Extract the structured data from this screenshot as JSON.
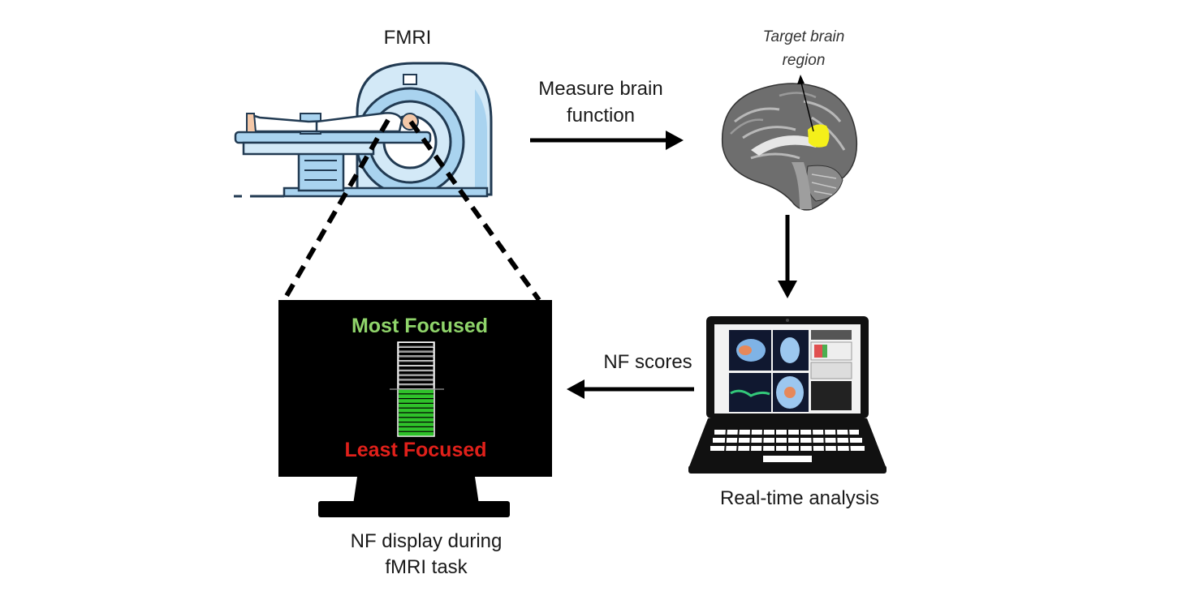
{
  "labels": {
    "fmri": "FMRI",
    "measure_line1": "Measure brain",
    "measure_line2": "function",
    "target_line1": "Target brain",
    "target_line2": "region",
    "nf_scores": "NF scores",
    "realtime": "Real-time analysis",
    "display_line1": "NF display during",
    "display_line2": "fMRI task"
  },
  "monitor": {
    "top_text": "Most Focused",
    "bottom_text": "Least Focused",
    "top_color": "#8fd46a",
    "bottom_color": "#e0201a",
    "bar_total_segments": 20,
    "bar_filled_segments": 10,
    "bar_fill_color": "#2fc22a"
  },
  "colors": {
    "scanner_light": "#d3e9f7",
    "scanner_mid": "#a9d3ef",
    "scanner_dark": "#213a52",
    "target_region": "#f4f01a",
    "arrow": "#000000"
  },
  "icons": {
    "scanner": "mri-scanner-icon",
    "brain": "brain-sagittal-icon",
    "laptop": "laptop-icon",
    "monitor": "monitor-icon"
  }
}
